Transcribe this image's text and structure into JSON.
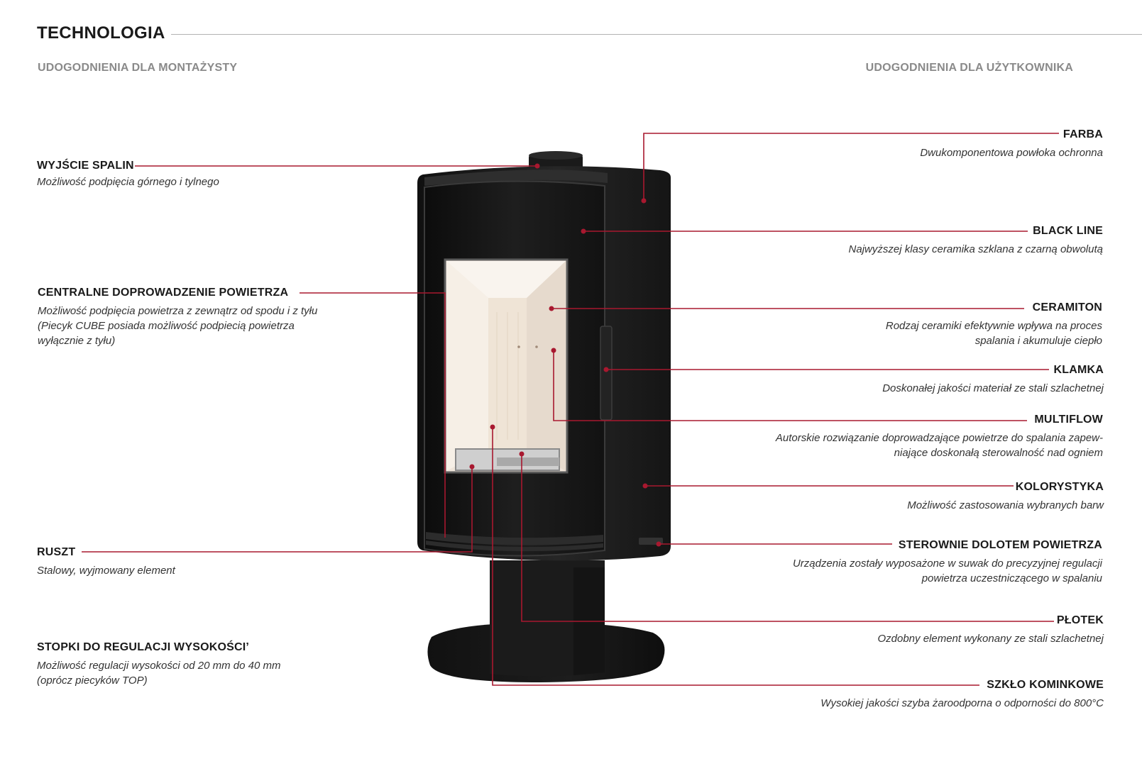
{
  "header": {
    "title": "TECHNOLOGIA",
    "left_section": "UDOGODNIENIA DLA MONTAŻYSTY",
    "right_section": "UDOGODNIENIA DLA UŻYTKOWNIKA"
  },
  "colors": {
    "accent": "#a8182f",
    "stove": "#1c1c1c",
    "ceramic": "#efe6dc"
  },
  "left_features": [
    {
      "title": "WYJŚCIE SPALIN",
      "desc": [
        "Możliwość podpięcia górnego i tylnego"
      ]
    },
    {
      "title": "CENTRALNE DOPROWADZENIE POWIETRZA",
      "desc": [
        "Możliwość podpięcia powietrza z zewnątrz od spodu i z tyłu",
        "(Piecyk CUBE posiada możliwość podpiecią powietrza",
        "wyłącznie z tyłu)"
      ]
    },
    {
      "title": "RUSZT",
      "desc": [
        "Stalowy, wyjmowany element"
      ]
    },
    {
      "title": "STOPKI DO REGULACJI WYSOKOŚCI’",
      "desc": [
        "Możliwość regulacji wysokości od 20 mm do 40 mm",
        "(oprócz piecyków TOP)"
      ]
    }
  ],
  "right_features": [
    {
      "title": "FARBA",
      "desc": [
        "Dwukomponentowa powłoka ochronna"
      ]
    },
    {
      "title": "BLACK LINE",
      "desc": [
        "Najwyższej klasy ceramika szklana z czarną obwolutą"
      ]
    },
    {
      "title": "CERAMITON",
      "desc": [
        "Rodzaj ceramiki efektywnie wpływa na proces",
        "spalania i akumuluje ciepło"
      ]
    },
    {
      "title": "KLAMKA",
      "desc": [
        "Doskonałej jakości materiał ze stali szlachetnej"
      ]
    },
    {
      "title": "MULTIFLOW",
      "desc": [
        "Autorskie rozwiązanie doprowadzające powietrze do spalania zapew-",
        "niające doskonałą sterowalność nad ogniem"
      ]
    },
    {
      "title": "KOLORYSTYKA",
      "desc": [
        "Możliwość zastosowania wybranych barw"
      ]
    },
    {
      "title": "STEROWNIE DOLOTEM POWIETRZA",
      "desc": [
        "Urządzenia zostały wyposażone w suwak do precyzyjnej regulacji",
        "powietrza uczestniczącego w spalaniu"
      ]
    },
    {
      "title": "PŁOTEK",
      "desc": [
        "Ozdobny element wykonany ze stali szlachetnej"
      ]
    },
    {
      "title": "SZKŁO KOMINKOWE",
      "desc": [
        "Wysokiej jakości szyba żaroodporna o odporności do 800°C"
      ]
    }
  ]
}
